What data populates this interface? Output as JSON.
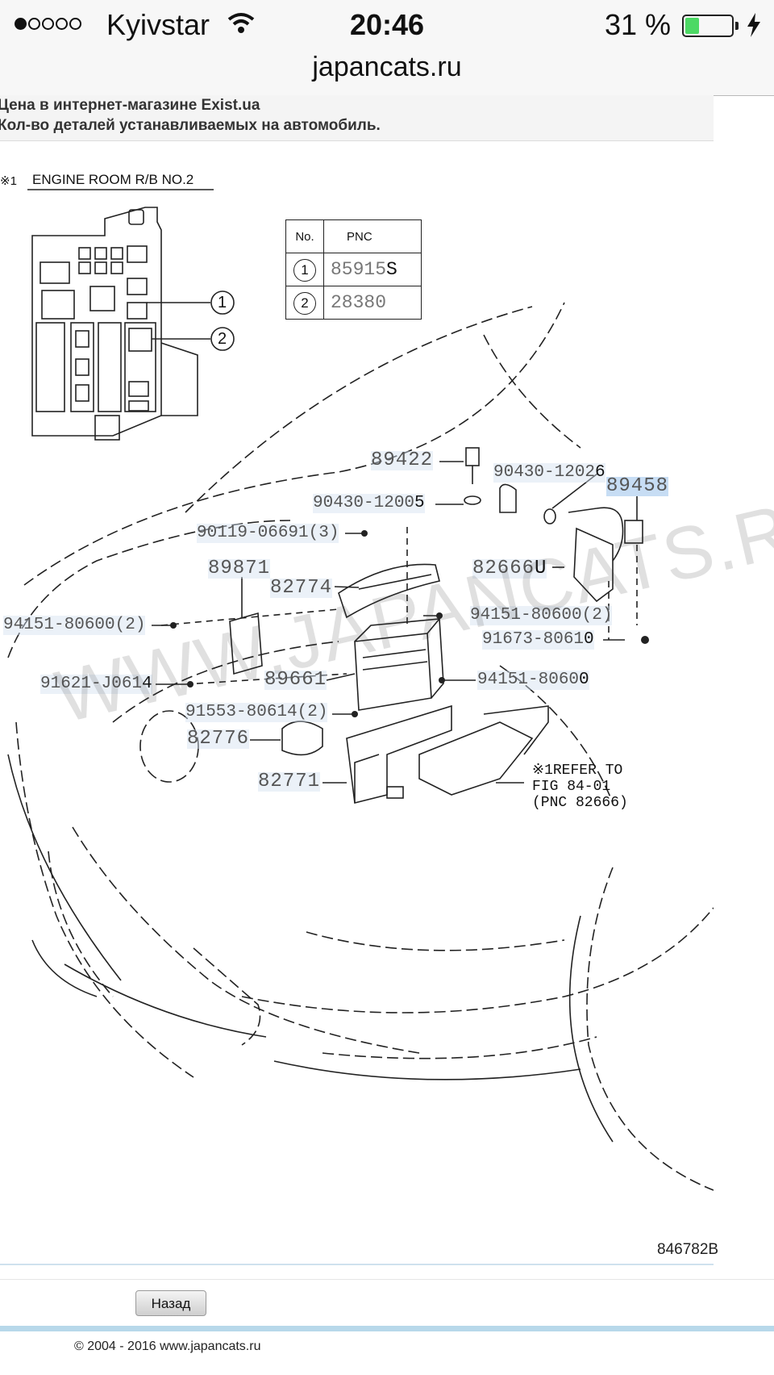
{
  "status_bar": {
    "carrier": "Kyivstar",
    "time": "20:46",
    "battery_percent": "31 %",
    "battery_level": 0.31,
    "signal_bars_filled": 1,
    "signal_bars_total": 5,
    "battery_color": "#4cd964"
  },
  "browser": {
    "url": "japancats.ru"
  },
  "info": {
    "line1": "Цена в интернет-магазине Exist.ua",
    "line2": "Кол-во деталей устанавливаемых на автомобиль."
  },
  "diagram": {
    "inset_mark": "※1",
    "inset_title": "ENGINE ROOM R/B NO.2",
    "callouts": [
      "1",
      "2"
    ],
    "table": {
      "headers": [
        "No.",
        "PNC"
      ],
      "rows": [
        {
          "no": "1",
          "pnc": "85915",
          "suffix": "S"
        },
        {
          "no": "2",
          "pnc": "28380",
          "suffix": ""
        }
      ]
    },
    "parts": [
      {
        "id": "p89422",
        "text": "89422",
        "suffix": ""
      },
      {
        "id": "p90430a",
        "text": "90430-1202",
        "suffix": "6"
      },
      {
        "id": "p89458",
        "text": "89458",
        "suffix": ""
      },
      {
        "id": "p90430b",
        "text": "90430-1200",
        "suffix": "5"
      },
      {
        "id": "p90119",
        "text": "90119-06691(3)",
        "suffix": ""
      },
      {
        "id": "p89871",
        "text": "89871",
        "suffix": ""
      },
      {
        "id": "p82774",
        "text": "82774",
        "suffix": ""
      },
      {
        "id": "p82666",
        "text": "82666",
        "suffix": "U"
      },
      {
        "id": "p94151a",
        "text": "94151-80600(2)",
        "suffix": ""
      },
      {
        "id": "p94151b",
        "text": "94151-80600(2)",
        "suffix": ""
      },
      {
        "id": "p91673",
        "text": "91673-8061",
        "suffix": "0"
      },
      {
        "id": "p91621",
        "text": "91621-J061",
        "suffix": "4"
      },
      {
        "id": "p89661",
        "text": "89661",
        "suffix": ""
      },
      {
        "id": "p94151c",
        "text": "94151-8060",
        "suffix": "0"
      },
      {
        "id": "p91553",
        "text": "91553-80614(2)",
        "suffix": ""
      },
      {
        "id": "p82776",
        "text": "82776",
        "suffix": ""
      },
      {
        "id": "p82771",
        "text": "82771",
        "suffix": ""
      }
    ],
    "refer_note": "※1REFER TO\nFIG 84-01\n(PNC 82666)",
    "watermark": "WWW.JAPANCATS.RU",
    "figure_number": "846782B"
  },
  "buttons": {
    "back": "Назад"
  },
  "footer": {
    "copyright": "© 2004 - 2016 www.japancats.ru"
  }
}
